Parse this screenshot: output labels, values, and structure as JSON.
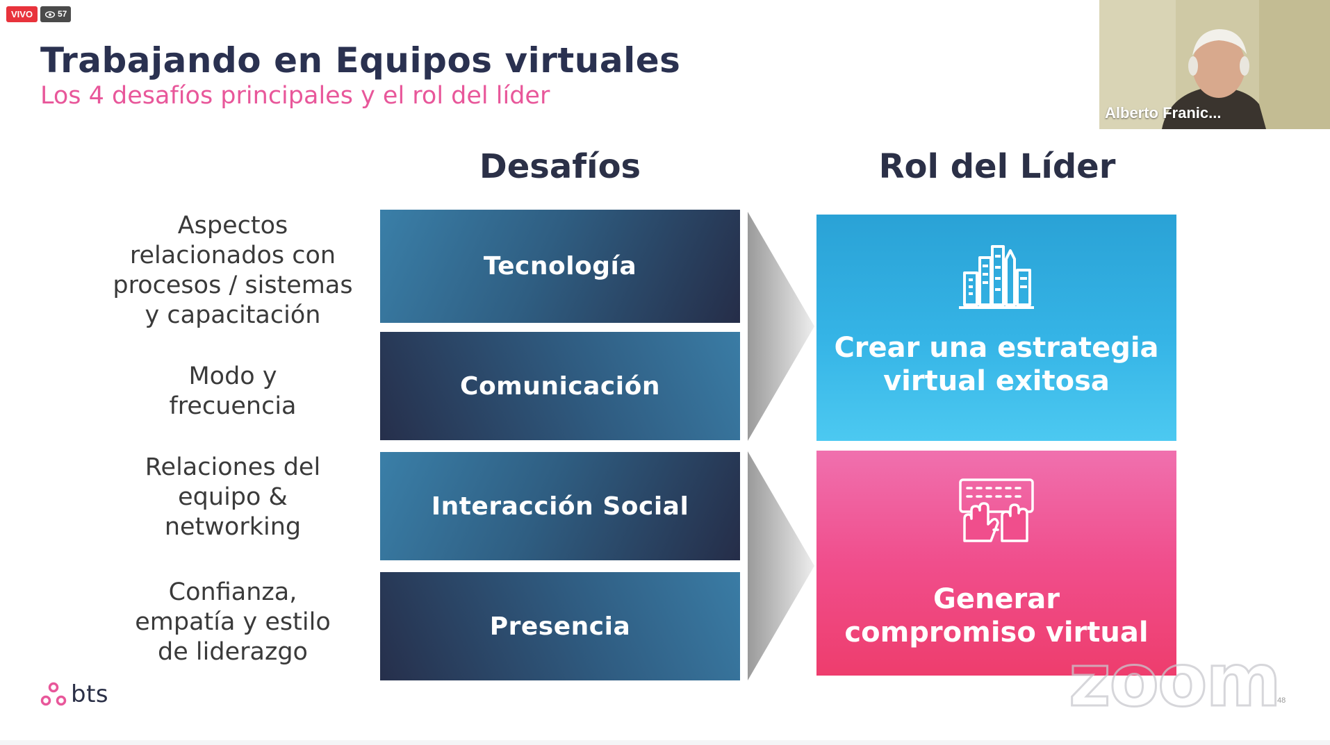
{
  "overlay": {
    "live_label": "VIVO",
    "viewer_count": "57"
  },
  "slide": {
    "title": "Trabajando en Equipos virtuales",
    "subtitle": "Los 4 desafíos principales y el rol del líder",
    "column_challenges": "Desafíos",
    "column_role": "Rol del Líder",
    "left_labels": [
      [
        "Aspectos",
        "relacionados con",
        "procesos / sistemas",
        "y capacitación"
      ],
      [
        "Modo y",
        "frecuencia"
      ],
      [
        "Relaciones del",
        "equipo &",
        "networking"
      ],
      [
        "Confianza,",
        "empatía y estilo",
        "de liderazgo"
      ]
    ],
    "challenges": [
      "Tecnología",
      "Comunicación",
      "Interacción Social",
      "Presencia"
    ],
    "roles": [
      {
        "line1": "Crear una estrategia",
        "line2": "virtual exitosa",
        "icon": "buildings-icon",
        "color": "#35b4e6"
      },
      {
        "line1": "Generar",
        "line2": "compromiso virtual",
        "icon": "hands-keyboard-icon",
        "color": "#f04e8c"
      }
    ],
    "logo_text": "bts",
    "page_number": "48"
  },
  "video": {
    "participant_name": "Alberto Franic..."
  },
  "watermark": "zoom",
  "colors": {
    "title": "#2a3150",
    "subtitle": "#e8579a",
    "live_badge": "#e8333c",
    "challenge_dark": "#252d48",
    "challenge_light": "#3a7fa8",
    "role_blue": "#35b4e6",
    "role_pink": "#f04e8c"
  }
}
